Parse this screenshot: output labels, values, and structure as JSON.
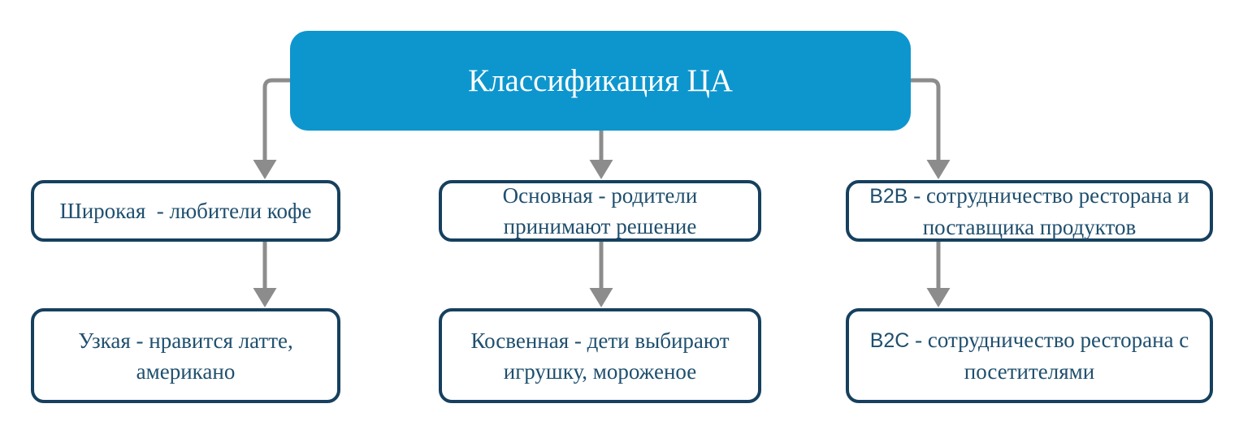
{
  "diagram": {
    "title": "Классификация ЦА",
    "colors": {
      "header_bg": "#0d96ce",
      "header_text": "#ffffff",
      "node_border": "#16405e",
      "node_text": "#1f4f6e",
      "arrow": "#8c8c8c"
    },
    "nodes": [
      {
        "id": "wide",
        "lines": [
          "Широкая  - любители кофе"
        ]
      },
      {
        "id": "main",
        "lines": [
          "Основная - родители",
          "принимают решение"
        ]
      },
      {
        "id": "b2b",
        "prefix": "B2B",
        "lines": [
          " - сотрудничество ресторана и",
          "поставщика продуктов"
        ]
      },
      {
        "id": "narrow",
        "lines": [
          "Узкая - нравится латте,",
          "американо"
        ]
      },
      {
        "id": "indirect",
        "lines": [
          "Косвенная - дети выбирают",
          "игрушку, мороженое"
        ]
      },
      {
        "id": "b2c",
        "prefix": "B2C",
        "lines": [
          " - сотрудничество ресторана с",
          "посетителями"
        ]
      }
    ],
    "edges": [
      {
        "from": "header",
        "to": "wide"
      },
      {
        "from": "header",
        "to": "main"
      },
      {
        "from": "header",
        "to": "b2b"
      },
      {
        "from": "wide",
        "to": "narrow"
      },
      {
        "from": "main",
        "to": "indirect"
      },
      {
        "from": "b2b",
        "to": "b2c"
      }
    ]
  }
}
